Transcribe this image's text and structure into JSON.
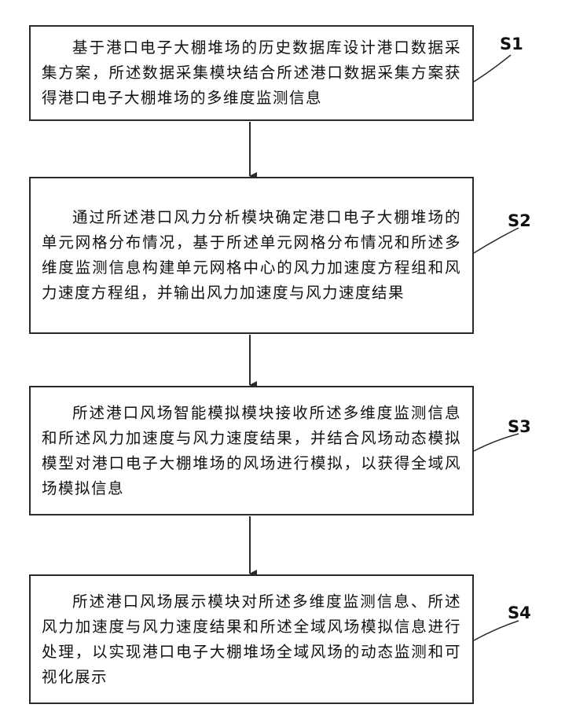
{
  "steps": [
    {
      "label": "S1",
      "text": "基于港口电子大棚堆场的历史数据库设计港口数据采集方案，所述数据采集模块结合所述港口数据采集方案获得港口电子大棚堆场的多维度监测信息"
    },
    {
      "label": "S2",
      "text": "通过所述港口风力分析模块确定港口电子大棚堆场的单元网格分布情况，基于所述单元网格分布情况和所述多维度监测信息构建单元网格中心的风力加速度方程组和风力速度方程组，并输出风力加速度与风力速度结果"
    },
    {
      "label": "S3",
      "text": "所述港口风场智能模拟模块接收所述多维度监测信息和所述风力加速度与风力速度结果，并结合风场动态模拟模型对港口电子大棚堆场的风场进行模拟，以获得全域风场模拟信息"
    },
    {
      "label": "S4",
      "text": "所述港口风场展示模块对所述多维度监测信息、所述风力加速度与风力速度结果和所述全域风场模拟信息进行处理，以实现港口电子大棚堆场全域风场的动态监测和可视化展示"
    }
  ]
}
